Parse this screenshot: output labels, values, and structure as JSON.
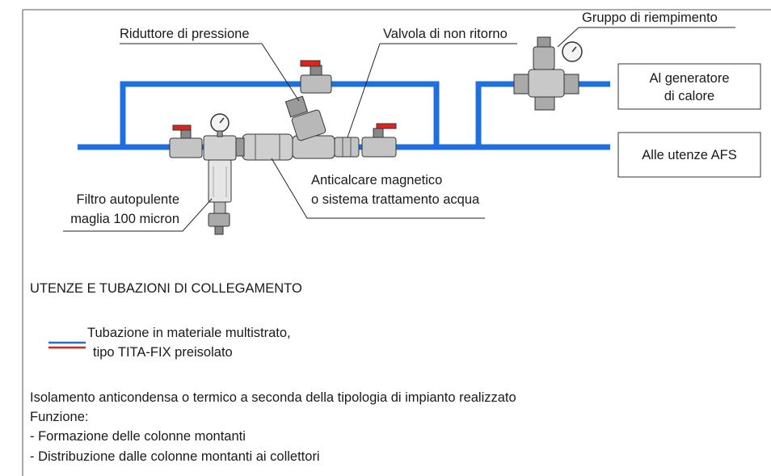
{
  "labels": {
    "pressure_reducer": "Riduttore di pressione",
    "check_valve": "Valvola di non ritorno",
    "filling_group": "Gruppo di riempimento",
    "to_generator_1": "Al generatore",
    "to_generator_2": "di calore",
    "to_afs": "Alle utenze AFS",
    "descaler_1": "Anticalcare magnetico",
    "descaler_2": "o sistema trattamento acqua",
    "filter_1": "Filtro autopulente",
    "filter_2": "maglia 100 micron"
  },
  "legend": {
    "heading": "UTENZE E TUBAZIONI DI COLLEGAMENTO",
    "pipe_line_1": "Tubazione in materiale multistrato,",
    "pipe_line_2": "tipo TITA-FIX preisolato",
    "colors": {
      "blue": "#1f6fe0",
      "red": "#e0241c"
    }
  },
  "notes": {
    "insulation": "Isolamento anticondensa o termico a seconda della tipologia di impianto realizzato",
    "function_label": "Funzione:",
    "items": [
      "- Formazione delle colonne montanti",
      "- Distribuzione dalle colonne montanti ai collettori"
    ]
  },
  "colors": {
    "pipe": "#1f6fe0",
    "metal": "#9a9a9a",
    "dark": "#2a2a2a"
  }
}
